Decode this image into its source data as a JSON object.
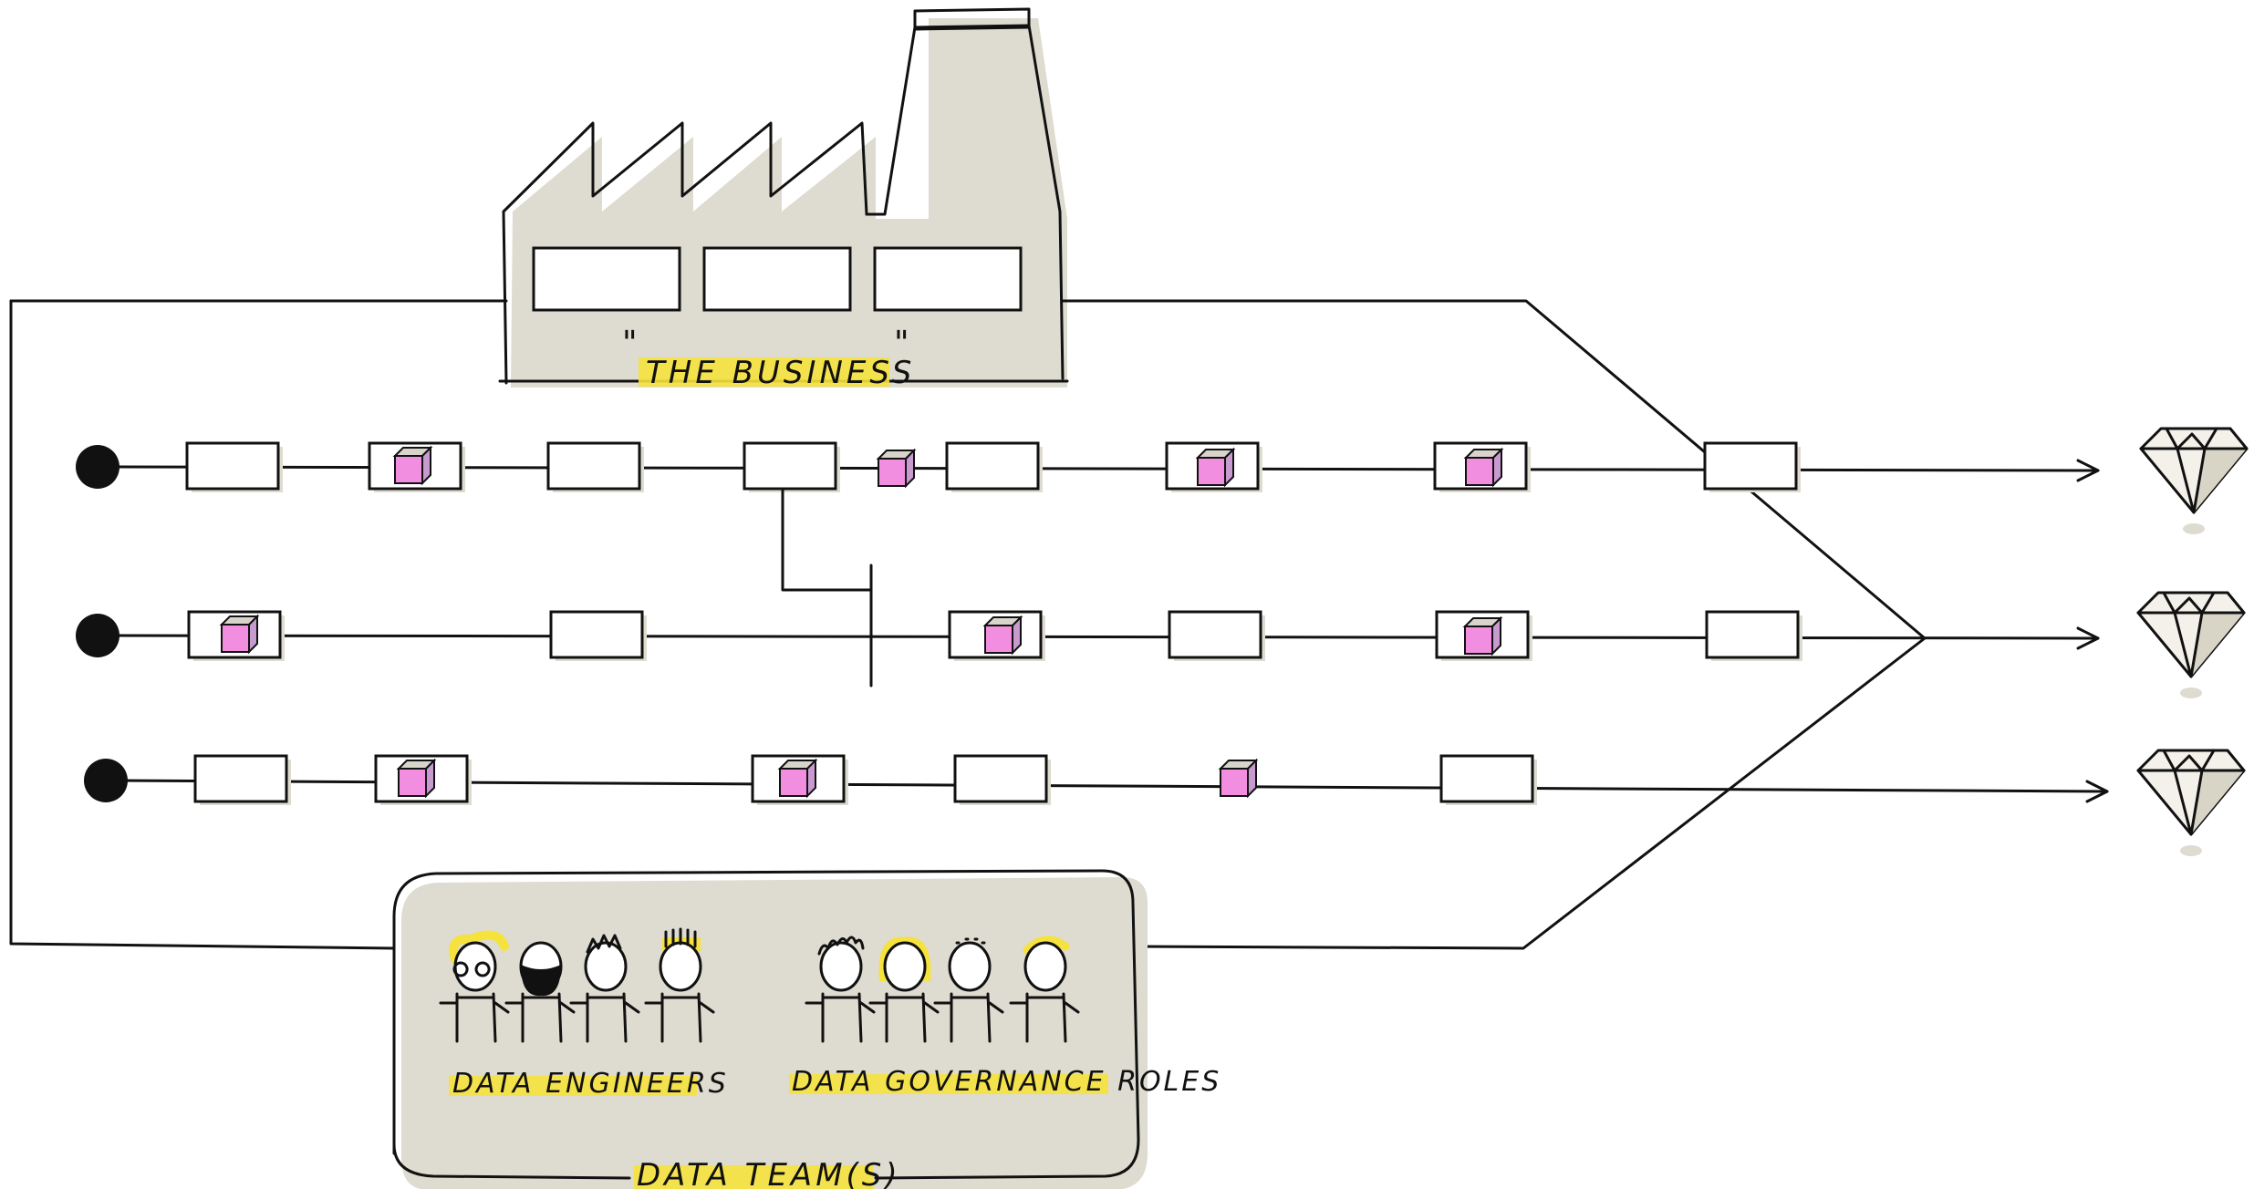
{
  "labels": {
    "business": "THE BUSINESS",
    "data_engineers": "DATA ENGINEERS",
    "data_governance_roles": "DATA GOVERNANCE ROLES",
    "data_teams": "DATA TEAM(S)"
  },
  "colors": {
    "ink": "#111111",
    "shadow": "#dedbd0",
    "highlight": "#f6e23d",
    "cube_pink": "#f28ee0",
    "cube_top": "#d8d4cc"
  },
  "icons": {
    "source": "black-dot-icon",
    "step": "process-box-icon",
    "data_product": "pink-cube-icon",
    "output": "diamond-icon",
    "factory": "factory-icon",
    "people": "person-icon"
  }
}
